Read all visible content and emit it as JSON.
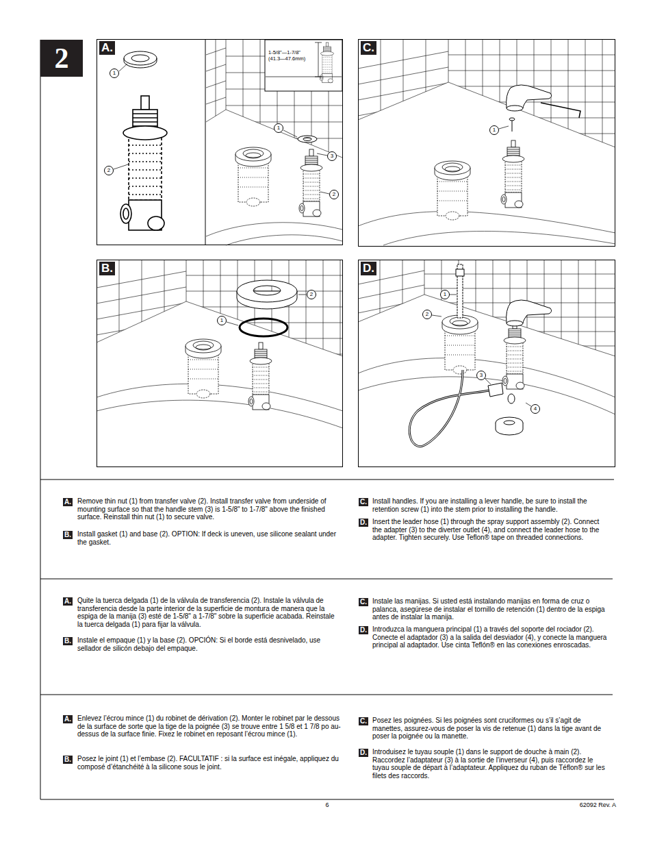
{
  "diagram": {
    "nodes": [
      {
        "text": [
          "2"
        ]
      },
      {
        "text": [
          "A."
        ]
      },
      {
        "text": [
          "1"
        ],
        "in": 1
      },
      {
        "text": [
          "2"
        ],
        "in": 1
      },
      {
        "text": [
          "1"
        ],
        "in": 1
      },
      {
        "text": [
          "3"
        ],
        "in": 1
      },
      {
        "text": [
          "2"
        ],
        "in": 1
      },
      {
        "text": [
          "C."
        ]
      },
      {
        "text": [
          "1"
        ],
        "in": 7
      },
      {
        "text": [
          "B."
        ]
      },
      {
        "text": [
          "2"
        ],
        "in": 9
      },
      {
        "text": [
          "1"
        ],
        "in": 9
      },
      {
        "text": [
          "D."
        ]
      },
      {
        "text": [
          "1"
        ],
        "in": 12
      },
      {
        "text": [
          "2"
        ],
        "in": 12
      },
      {
        "text": [
          "3"
        ],
        "in": 12
      },
      {
        "text": [
          "4"
        ],
        "in": 12
      },
      {
        "text": [
          "A."
        ]
      },
      {
        "text": [
          "B."
        ]
      },
      {
        "text": [
          "C."
        ]
      },
      {
        "text": [
          "D."
        ]
      },
      {
        "text": [
          "A."
        ]
      },
      {
        "text": [
          "B."
        ]
      },
      {
        "text": [
          "C."
        ]
      },
      {
        "text": [
          "D."
        ]
      },
      {
        "text": [
          "A."
        ]
      },
      {
        "text": [
          "B."
        ]
      },
      {
        "text": [
          "C."
        ]
      },
      {
        "text": [
          "D."
        ]
      }
    ],
    "labels": [
      "1-5/8\"—1-7/8\" (41.3—47.6mm)",
      "Remove thin nut (1) from transfer valve (2). Install transfer valve from underside of mounting surface so that the handle stem (3) is 1-5/8\" to 1-7/8\" above the finished surface. Reinstall thin nut (1) to secure valve.",
      "Install gasket (1) and base (2). OPTION: If deck is uneven, use silicone sealant under the gasket.",
      "Install handles. If you are installing a lever handle, be sure to install the retention screw (1) into the stem prior to installing the handle.",
      "Insert the leader hose (1) through the spray support assembly (2). Connect the adapter (3) to the diverter outlet (4), and connect the leader hose to the adapter. Tighten securely. Use Teflon® tape on threaded connections.",
      "Quite la tuerca delgada (1) de la válvula de transferencia (2). Instale la válvula de transferencia desde la parte interior de la superficie de montura de manera que la espiga de la manija (3) esté de 1-5/8\" a 1-7/8\" sobre la superficie acabada. Reinstale la tuerca delgada (1) para fijar la válvula.",
      "Instale el empaque (1) y la base (2). OPCIÓN: Si el borde está desnivelado, use sellador de silicón debajo del empaque.",
      "Instale las manijas. Si usted está instalando manijas en forma de cruz o palanca, asegúrese de instalar el tornillo de retención (1) dentro de la espiga antes de instalar la manija.",
      "Introduzca la manguera principal (1) a través del soporte del rociador (2). Conecte el adaptador (3) a la salida del desviador (4), y conecte la manguera principal al adaptador. Use cinta Teflón® en las conexiones enroscadas.",
      "Enlevez l’écrou mince (1) du robinet de dérivation (2). Monter le robinet par le dessous de la surface de sorte que la tige de la poignée (3) se trouve entre 1 5/8 et 1 7/8 po au-dessus de la surface finie. Fixez le robinet en reposant l’écrou mince (1).",
      "Posez le joint (1) et l’embase (2). FACULTATIF : si la surface est inégale, appliquez du composé d’étanchéité à la silicone sous le joint.",
      "Posez les poignées. Si les poignées sont cruciformes ou s’il s’agit de manettes, assurez-vous de poser la vis de retenue (1) dans la tige avant de poser la poignée ou la manette.",
      "Introduisez le tuyau souple (1) dans le support de douche à main (2). Raccordez l’adaptateur (3) à la sortie de l’inverseur (4), puis raccordez le tuyau souple de départ à l’adaptateur. Appliquez du ruban de Téflon® sur les filets des raccords.",
      "6",
      "62092 Rev. A"
    ]
  }
}
